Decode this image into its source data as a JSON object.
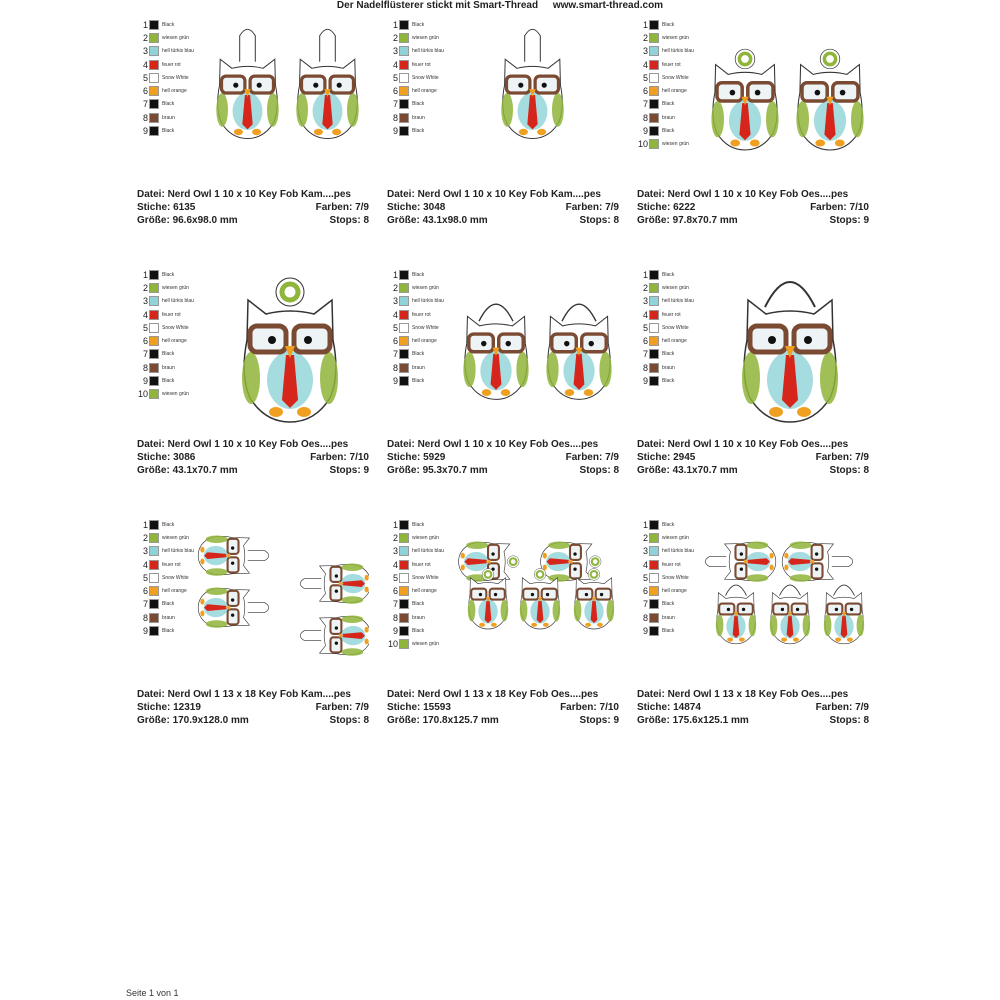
{
  "header": {
    "title": "Der Nadelflüsterer stickt mit Smart-Thread",
    "url": "www.smart-thread.com"
  },
  "palette": {
    "Black": "#111111",
    "wiesen grün": "#8fb53a",
    "hell türkis blau": "#8fd3d8",
    "feuer rot": "#d6261c",
    "Snow White": "#ffffff",
    "hell orange": "#f0a020",
    "braun": "#7a4a32"
  },
  "colors9": [
    "Black",
    "wiesen grün",
    "hell türkis blau",
    "feuer rot",
    "Snow White",
    "hell orange",
    "Black",
    "braun",
    "Black"
  ],
  "colors10": [
    "Black",
    "wiesen grün",
    "hell türkis blau",
    "feuer rot",
    "Snow White",
    "hell orange",
    "Black",
    "braun",
    "Black",
    "wiesen grün"
  ],
  "labels": {
    "datei": "Datei:",
    "stiche": "Stiche:",
    "farben": "Farben:",
    "groesse": "Größe:",
    "stops": "Stops:"
  },
  "cells": [
    {
      "file": "Nerd Owl 1 10 x 10 Key Fob Kam....pes",
      "stitches": "6135",
      "colors": "7/9",
      "size": "96.6x98.0 mm",
      "stops": "8",
      "palette": "colors9"
    },
    {
      "file": "Nerd Owl 1 10 x 10 Key Fob Kam....pes",
      "stitches": "3048",
      "colors": "7/9",
      "size": "43.1x98.0 mm",
      "stops": "8",
      "palette": "colors9"
    },
    {
      "file": "Nerd Owl 1 10 x 10 Key Fob Oes....pes",
      "stitches": "6222",
      "colors": "7/10",
      "size": "97.8x70.7 mm",
      "stops": "9",
      "palette": "colors10"
    },
    {
      "file": "Nerd Owl 1 10 x 10 Key Fob Oes....pes",
      "stitches": "3086",
      "colors": "7/10",
      "size": "43.1x70.7 mm",
      "stops": "9",
      "palette": "colors10"
    },
    {
      "file": "Nerd Owl 1 10 x 10 Key Fob Oes....pes",
      "stitches": "5929",
      "colors": "7/9",
      "size": "95.3x70.7 mm",
      "stops": "8",
      "palette": "colors9"
    },
    {
      "file": "Nerd Owl 1 10 x 10 Key Fob Oes....pes",
      "stitches": "2945",
      "colors": "7/9",
      "size": "43.1x70.7 mm",
      "stops": "8",
      "palette": "colors9"
    },
    {
      "file": "Nerd Owl 1 13 x 18 Key Fob Kam....pes",
      "stitches": "12319",
      "colors": "7/9",
      "size": "170.9x128.0 mm",
      "stops": "8",
      "palette": "colors9"
    },
    {
      "file": "Nerd Owl 1 13 x 18 Key Fob Oes....pes",
      "stitches": "15593",
      "colors": "7/10",
      "size": "170.8x125.7 mm",
      "stops": "9",
      "palette": "colors10"
    },
    {
      "file": "Nerd Owl 1 13 x 18 Key Fob Oes....pes",
      "stitches": "14874",
      "colors": "7/9",
      "size": "175.6x125.1 mm",
      "stops": "8",
      "palette": "colors9"
    }
  ],
  "footer": "Seite 1 von 1"
}
